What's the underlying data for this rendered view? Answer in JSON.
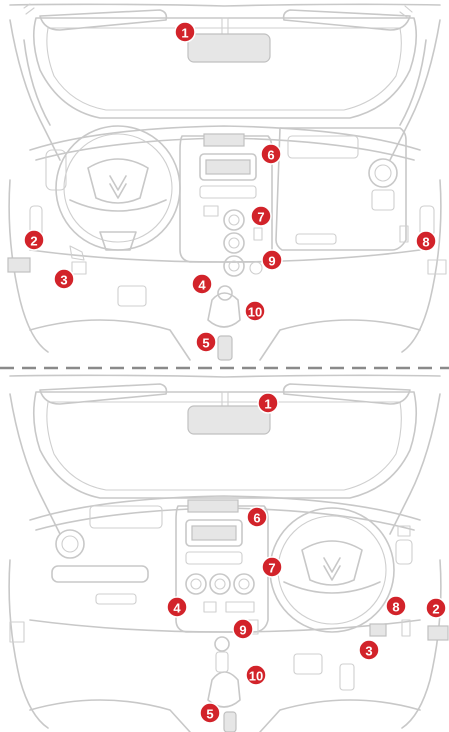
{
  "colors": {
    "callout": "#d2232a",
    "line": "#c8c8c8",
    "divider": "#8a8a8a"
  },
  "views": [
    {
      "name": "left-hand-drive",
      "callouts": [
        "1",
        "6",
        "7",
        "2",
        "8",
        "9",
        "3",
        "4",
        "10",
        "5"
      ]
    },
    {
      "name": "right-hand-drive",
      "callouts": [
        "1",
        "6",
        "7",
        "4",
        "8",
        "2",
        "9",
        "3",
        "10",
        "5"
      ]
    }
  ]
}
